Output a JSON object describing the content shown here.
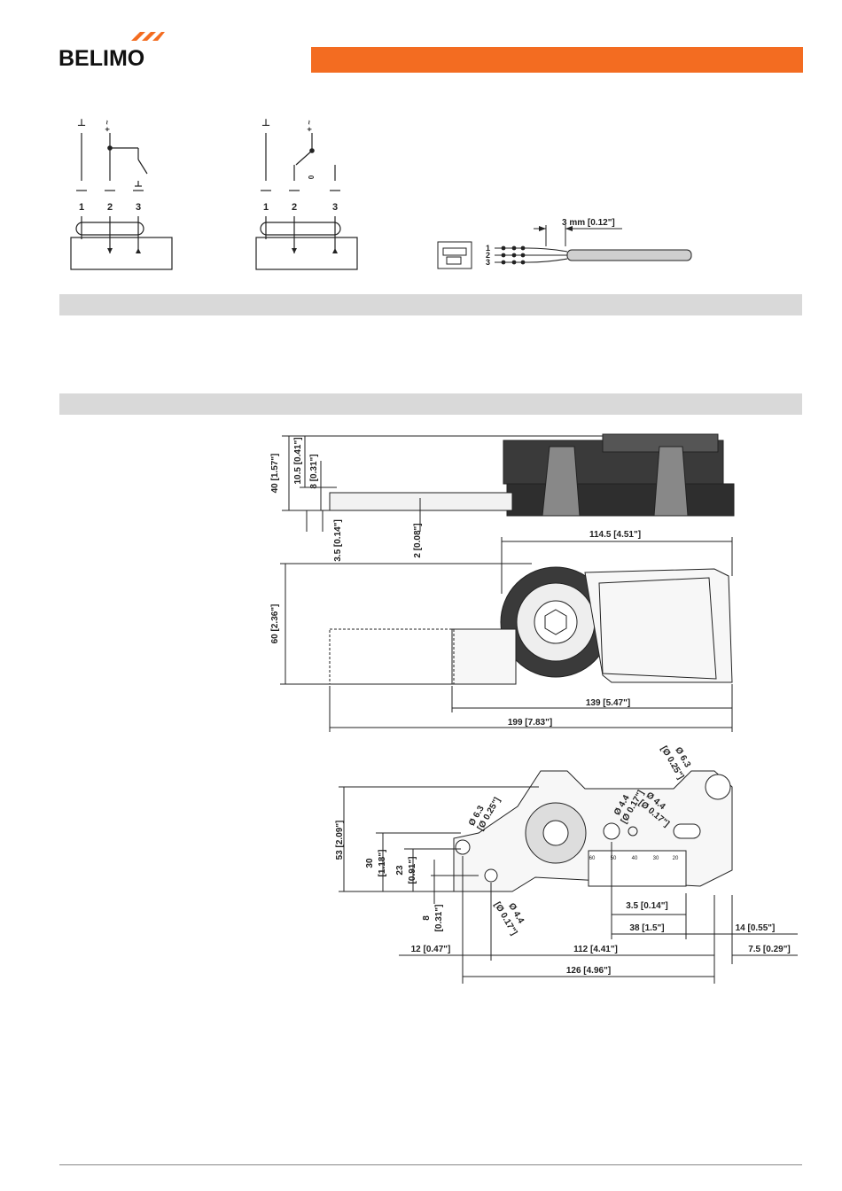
{
  "brand": {
    "name": "BELIMO",
    "colors": {
      "accent": "#f36c21",
      "band": "#d9d9d9",
      "logo_mark": "#f36c21"
    }
  },
  "wiring": {
    "diagram_a": {
      "symbols": [
        "⊥",
        "+ ~"
      ],
      "terminals": [
        "1",
        "2",
        "3"
      ]
    },
    "diagram_b": {
      "symbols": [
        "⊥",
        "+ ~"
      ],
      "switch_zero": "0",
      "terminals": [
        "1",
        "2",
        "3"
      ]
    },
    "connector": {
      "strip_length": "3 mm [0.12\"]",
      "pins": [
        "1",
        "2",
        "3"
      ]
    }
  },
  "dimensions": {
    "side_view": {
      "height_total": "40 [1.57\"]",
      "top_offset": "10.5 [0.41\"]",
      "shaft_offset": "8 [0.31\"]",
      "dim_left": "3.5 [0.14\"]",
      "dim_right": "2 [0.08\"]"
    },
    "top_view": {
      "width_actuator": "114.5 [4.51\"]",
      "height": "60 [2.36\"]",
      "length_mid": "139 [5.47\"]",
      "length_total": "199 [7.83\"]"
    },
    "bottom_view": {
      "hole_large": "Ø 6.3",
      "hole_large_in": "[Ø 0.25\"]",
      "hole_small_a": "Ø 4.4",
      "hole_small_a_in": "[Ø 0.17\"]",
      "hole_small_b": "Ø 4.4",
      "hole_small_b_in": "[Ø 0.17\"]",
      "hole_left": "Ø 6.3",
      "hole_left_in": "[Ø 0.25\"]",
      "hole_bottom": "Ø 4.4",
      "hole_bottom_in": "[Ø 0.17\"]",
      "height_total": "53 [2.09\"]",
      "height_30": "30",
      "height_30_in": "[1.18\"]",
      "height_23": "23",
      "height_23_in": "[0.91\"]",
      "height_8": "8",
      "height_8_in": "[0.31\"]",
      "dim_3_5": "3.5 [0.14\"]",
      "dim_38": "38 [1.5\"]",
      "dim_14": "14 [0.55\"]",
      "dim_12": "12 [0.47\"]",
      "dim_112": "112 [4.41\"]",
      "dim_7_5": "7.5 [0.29\"]",
      "dim_126": "126 [4.96\"]",
      "scale_ticks": [
        "60",
        "50",
        "40",
        "30",
        "20"
      ]
    }
  }
}
